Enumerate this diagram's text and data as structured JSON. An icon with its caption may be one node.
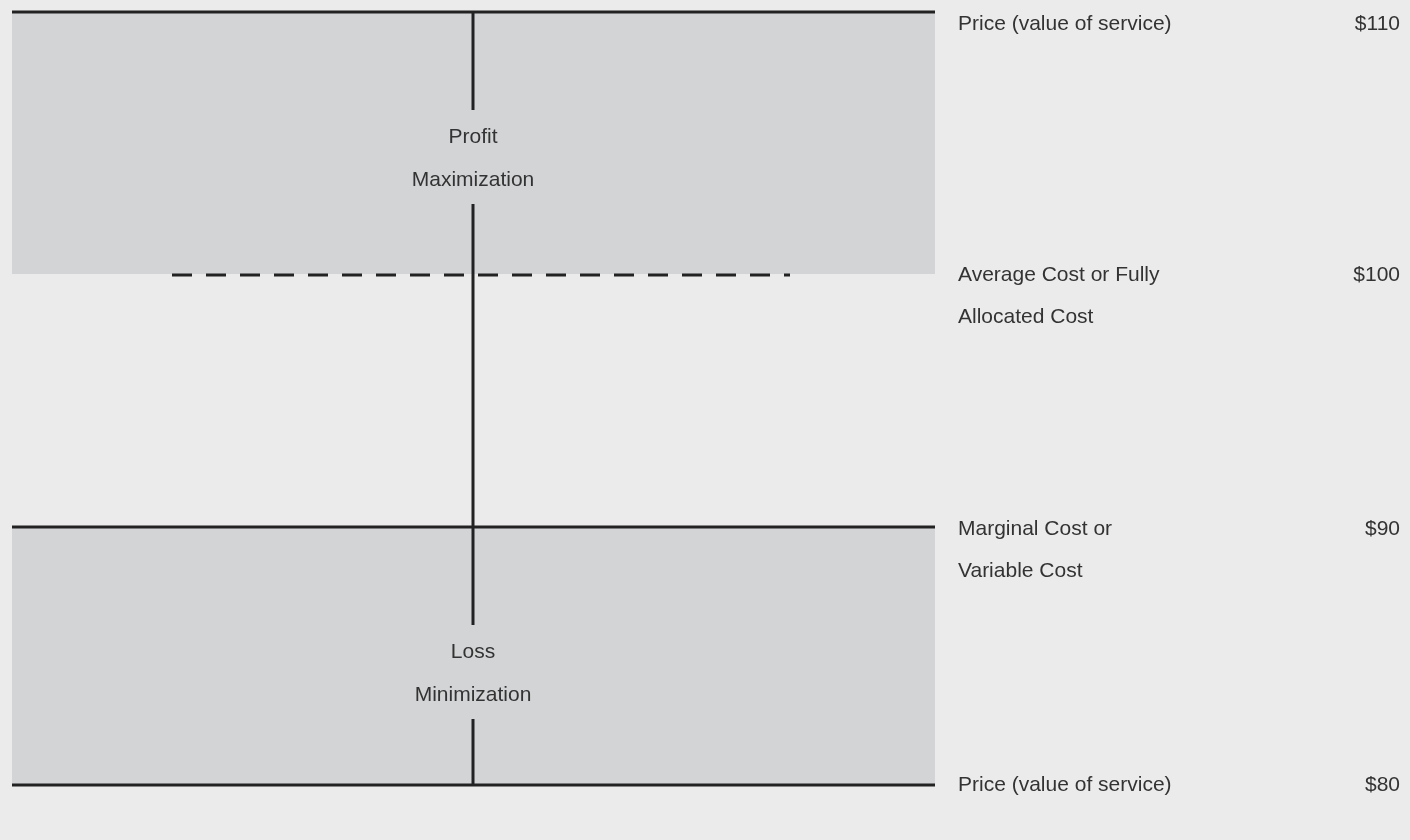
{
  "diagram": {
    "nodes": [
      {
        "text": [
          "Profit Maximization"
        ]
      },
      {
        "text": [
          "Loss Minimization"
        ]
      }
    ],
    "edges": [
      {
        "from": 0,
        "to": 1,
        "arrow": "none"
      }
    ],
    "labels": [
      "Price (value of service)",
      "$110",
      "Average Cost or Fully Allocated Cost",
      "$100",
      "Marginal Cost or Variable Cost",
      "$90",
      "Price (value of service)",
      "$80"
    ]
  }
}
